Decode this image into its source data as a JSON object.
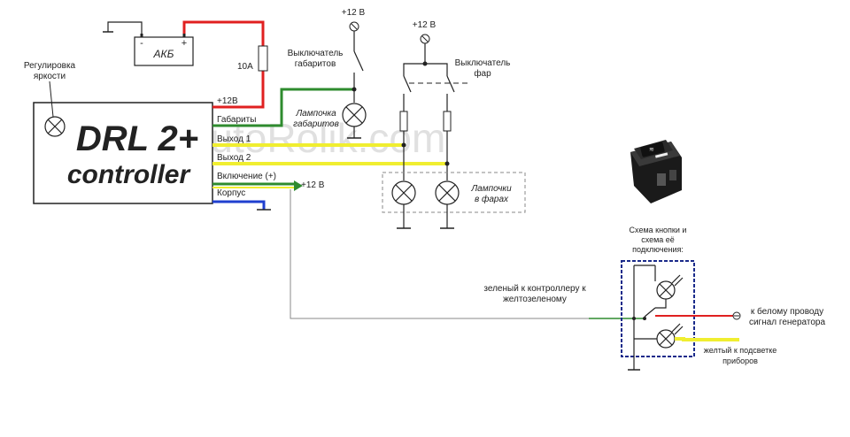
{
  "labels": {
    "brightness": [
      "Регулировка",
      "яркости"
    ],
    "battery": "АКБ",
    "fuse": "10А",
    "v12_left": "+12 В",
    "v12_right": "+12 В",
    "v12_drl": "+12 В",
    "switch_dims": [
      "Выключатель",
      "габаритов"
    ],
    "switch_heads": [
      "Выключатель",
      "фар"
    ],
    "lamp_dims": [
      "Лампочка",
      "габаритов"
    ],
    "lamp_heads": [
      "Лампочки",
      "в фарах"
    ],
    "green_note": [
      "зеленый к контроллеру к",
      "желтозеленому"
    ],
    "red_note": [
      "к белому проводу",
      "сигнал генератора"
    ],
    "yellow_note": [
      "желтый к подсветке",
      "приборов"
    ],
    "button_scheme": [
      "Схема кнопки и",
      "схема её",
      "подключения:"
    ],
    "watermark": "AutoRolik.com"
  },
  "controller": {
    "title": "DRL 2+",
    "subtitle": "controller",
    "pins": [
      "+12В",
      "Габариты",
      "Выход 1",
      "Выход 2",
      "Включение (+)",
      "Корпус"
    ]
  },
  "wire_colors": {
    "power": "#e02020",
    "dims": "#2e8b2e",
    "output": "#f0ee30",
    "ground": "#1f3fcf",
    "signal": "#888888",
    "line": "#333333",
    "dashed_box": "#1a2a8a"
  }
}
